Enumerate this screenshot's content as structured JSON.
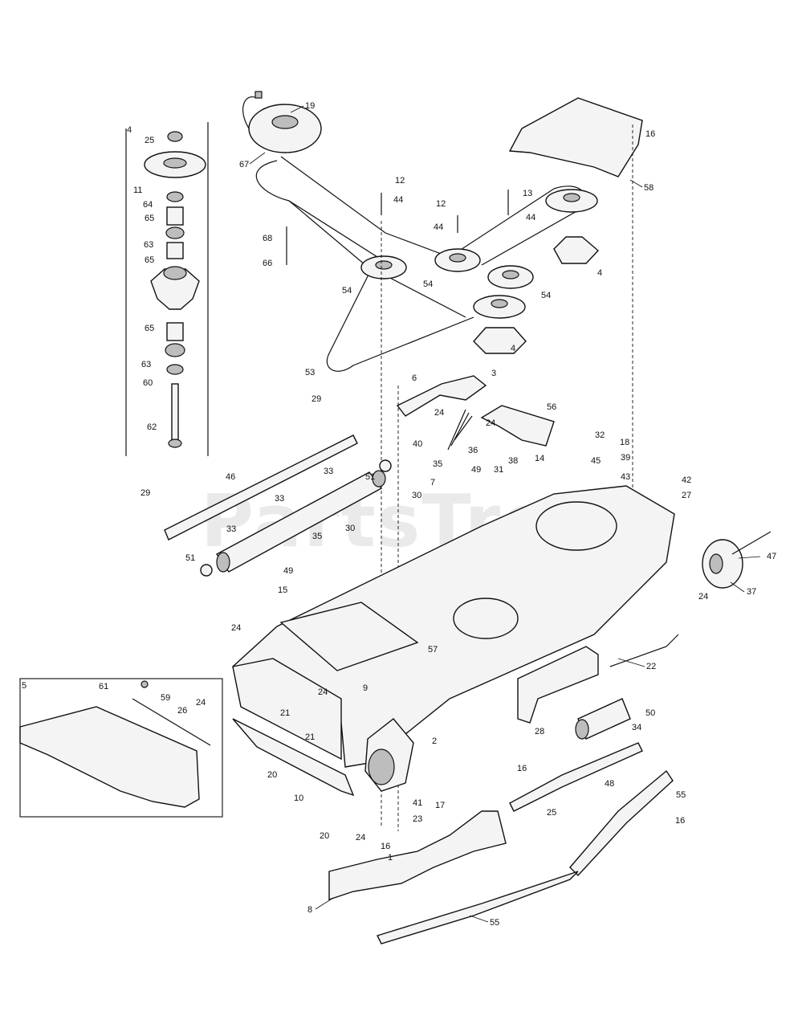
{
  "watermark": "PartsTree",
  "insets": {
    "spindle_tag": "4",
    "deflector_tag": "5"
  },
  "callouts": [
    {
      "id": "c19",
      "text": "19"
    },
    {
      "id": "c67",
      "text": "67"
    },
    {
      "id": "c25a",
      "text": "25"
    },
    {
      "id": "c11",
      "text": "11"
    },
    {
      "id": "c64",
      "text": "64"
    },
    {
      "id": "c65a",
      "text": "65"
    },
    {
      "id": "c63a",
      "text": "63"
    },
    {
      "id": "c65b",
      "text": "65"
    },
    {
      "id": "c65c",
      "text": "65"
    },
    {
      "id": "c63b",
      "text": "63"
    },
    {
      "id": "c60",
      "text": "60"
    },
    {
      "id": "c62",
      "text": "62"
    },
    {
      "id": "c16a",
      "text": "16"
    },
    {
      "id": "c58",
      "text": "58"
    },
    {
      "id": "c12a",
      "text": "12"
    },
    {
      "id": "c44a",
      "text": "44"
    },
    {
      "id": "c12b",
      "text": "12"
    },
    {
      "id": "c13",
      "text": "13"
    },
    {
      "id": "c44b",
      "text": "44"
    },
    {
      "id": "c44c",
      "text": "44"
    },
    {
      "id": "c68",
      "text": "68"
    },
    {
      "id": "c66",
      "text": "66"
    },
    {
      "id": "c54a",
      "text": "54"
    },
    {
      "id": "c54b",
      "text": "54"
    },
    {
      "id": "c54c",
      "text": "54"
    },
    {
      "id": "c4a",
      "text": "4"
    },
    {
      "id": "c4b",
      "text": "4"
    },
    {
      "id": "c53",
      "text": "53"
    },
    {
      "id": "c6",
      "text": "6"
    },
    {
      "id": "c3",
      "text": "3"
    },
    {
      "id": "c29a",
      "text": "29"
    },
    {
      "id": "c24a",
      "text": "24"
    },
    {
      "id": "c56",
      "text": "56"
    },
    {
      "id": "c40",
      "text": "40"
    },
    {
      "id": "c36",
      "text": "36"
    },
    {
      "id": "c24b",
      "text": "24"
    },
    {
      "id": "c32",
      "text": "32"
    },
    {
      "id": "c18",
      "text": "18"
    },
    {
      "id": "c39",
      "text": "39"
    },
    {
      "id": "c46",
      "text": "46"
    },
    {
      "id": "c51a",
      "text": "51"
    },
    {
      "id": "c33a",
      "text": "33"
    },
    {
      "id": "c35a",
      "text": "35"
    },
    {
      "id": "c49a",
      "text": "49"
    },
    {
      "id": "c31",
      "text": "31"
    },
    {
      "id": "c38",
      "text": "38"
    },
    {
      "id": "c14",
      "text": "14"
    },
    {
      "id": "c45",
      "text": "45"
    },
    {
      "id": "c43",
      "text": "43"
    },
    {
      "id": "c42",
      "text": "42"
    },
    {
      "id": "c27",
      "text": "27"
    },
    {
      "id": "c29b",
      "text": "29"
    },
    {
      "id": "c33b",
      "text": "33"
    },
    {
      "id": "c7",
      "text": "7"
    },
    {
      "id": "c30a",
      "text": "30"
    },
    {
      "id": "c33c",
      "text": "33"
    },
    {
      "id": "c35b",
      "text": "35"
    },
    {
      "id": "c30b",
      "text": "30"
    },
    {
      "id": "c47",
      "text": "47"
    },
    {
      "id": "c51b",
      "text": "51"
    },
    {
      "id": "c49b",
      "text": "49"
    },
    {
      "id": "c15",
      "text": "15"
    },
    {
      "id": "c37",
      "text": "37"
    },
    {
      "id": "c24c",
      "text": "24"
    },
    {
      "id": "c24d",
      "text": "24"
    },
    {
      "id": "c57",
      "text": "57"
    },
    {
      "id": "c22",
      "text": "22"
    },
    {
      "id": "c61",
      "text": "61"
    },
    {
      "id": "c59",
      "text": "59"
    },
    {
      "id": "c26",
      "text": "26"
    },
    {
      "id": "c24e",
      "text": "24"
    },
    {
      "id": "c24f",
      "text": "24"
    },
    {
      "id": "c9",
      "text": "9"
    },
    {
      "id": "c21a",
      "text": "21"
    },
    {
      "id": "c50",
      "text": "50"
    },
    {
      "id": "c28",
      "text": "28"
    },
    {
      "id": "c34",
      "text": "34"
    },
    {
      "id": "c21b",
      "text": "21"
    },
    {
      "id": "c2",
      "text": "2"
    },
    {
      "id": "c16b",
      "text": "16"
    },
    {
      "id": "c20a",
      "text": "20"
    },
    {
      "id": "c48",
      "text": "48"
    },
    {
      "id": "c10",
      "text": "10"
    },
    {
      "id": "c41",
      "text": "41"
    },
    {
      "id": "c17",
      "text": "17"
    },
    {
      "id": "c25b",
      "text": "25"
    },
    {
      "id": "c55a",
      "text": "55"
    },
    {
      "id": "c23",
      "text": "23"
    },
    {
      "id": "c16c",
      "text": "16"
    },
    {
      "id": "c20b",
      "text": "20"
    },
    {
      "id": "c24g",
      "text": "24"
    },
    {
      "id": "c16d",
      "text": "16"
    },
    {
      "id": "c1",
      "text": "1"
    },
    {
      "id": "c8",
      "text": "8"
    },
    {
      "id": "c55b",
      "text": "55"
    }
  ]
}
